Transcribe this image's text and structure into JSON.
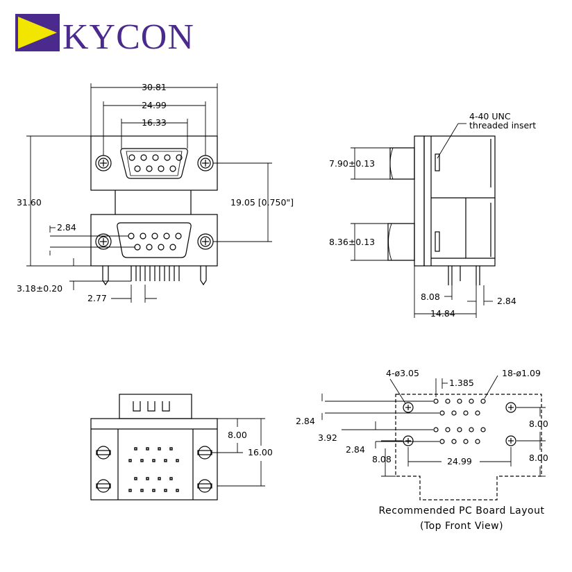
{
  "brand": {
    "logo_text": "KYCON",
    "logo_color": "#4a2a8c",
    "logo_accent": "#f2e600"
  },
  "front_view": {
    "dim_overall_width": "30.81",
    "dim_flange_holes": "24.99",
    "dim_shell_width": "16.33",
    "dim_overall_height": "31.60",
    "dim_port_spacing": "19.05 [0.750\"]",
    "dim_lower_offset": "2.84",
    "dim_pin_length": "3.18±0.20",
    "dim_pin_pitch": "2.77"
  },
  "side_view": {
    "callout_line1": "4-40 UNC",
    "callout_line2": "threaded insert",
    "dim_upper_shell": "7.90±0.13",
    "dim_lower_shell": "8.36±0.13",
    "dim_row_offset": "8.08",
    "dim_pin_row": "2.84",
    "dim_depth": "14.84"
  },
  "bottom_view": {
    "dim_half_height": "8.00",
    "dim_total_height": "16.00"
  },
  "pcb_layout": {
    "label_mount_holes": "4-ø3.05",
    "label_pitch": "1.385",
    "label_pin_holes": "18-ø1.09",
    "dim_row_a": "2.84",
    "dim_row_b": "3.92",
    "dim_row_c": "2.84",
    "dim_left_offset": "8.08",
    "dim_hole_span": "24.99",
    "dim_right_upper": "8.00",
    "dim_right_lower": "8.00",
    "caption_line1": "Recommended PC Board Layout",
    "caption_line2": "(Top Front View)"
  }
}
